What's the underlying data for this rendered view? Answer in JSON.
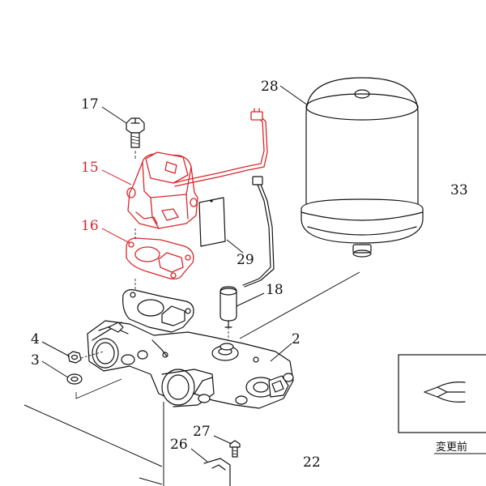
{
  "callouts": {
    "p2": "2",
    "p3": "3",
    "p4": "4",
    "p15": "15",
    "p16": "16",
    "p17": "17",
    "p18": "18",
    "p22": "22",
    "p26": "26",
    "p27": "27",
    "p28": "28",
    "p29": "29",
    "p33": "33"
  },
  "inset": {
    "caption": "変更前"
  },
  "colors": {
    "highlight": "#d9262b",
    "line": "#111111",
    "background": "#ffffff"
  }
}
